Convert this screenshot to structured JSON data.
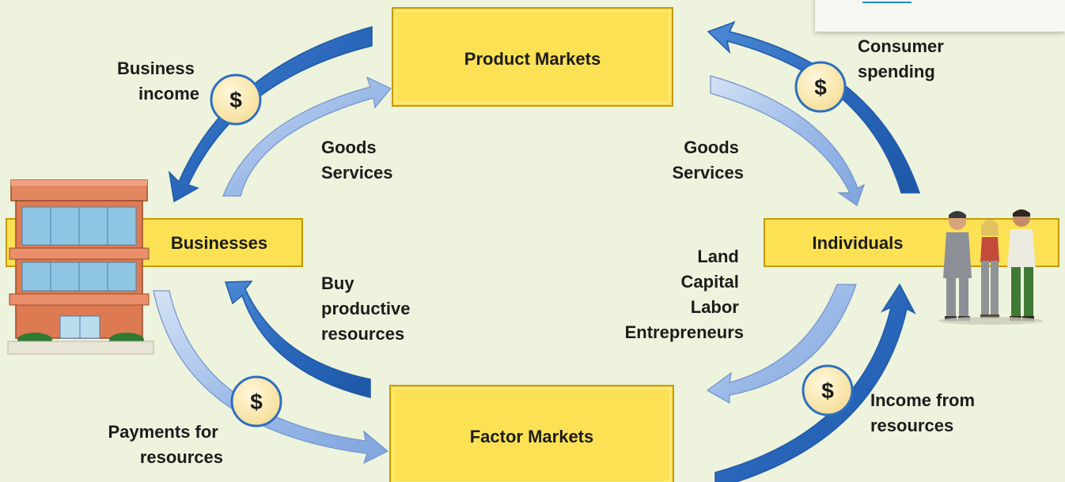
{
  "colors": {
    "background": "#eef3dd",
    "box_fill": "#fce155",
    "box_stroke": "#d1a800",
    "arrow_dark": "#2d6fc1",
    "arrow_light": "#a9c3ea",
    "coin_fill": "#fbecb9",
    "coin_stroke": "#2d6fc1"
  },
  "boxes": {
    "product_markets": "Product Markets",
    "factor_markets": "Factor Markets",
    "businesses": "Businesses",
    "individuals": "Individuals"
  },
  "labels": {
    "business_income": [
      "Business",
      "income"
    ],
    "goods_services_left": [
      "Goods",
      "Services"
    ],
    "consumer_spending": [
      "Consumer",
      "spending"
    ],
    "goods_services_right": [
      "Goods",
      "Services"
    ],
    "buy_productive_resources": [
      "Buy",
      "productive",
      "resources"
    ],
    "land_capital_labor": [
      "Land",
      "Capital",
      "Labor",
      "Entrepreneurs"
    ],
    "payments_for_resources": [
      "Payments for",
      "resources"
    ],
    "income_from_resources": [
      "Income from",
      "resources"
    ]
  },
  "coin_symbol": "$",
  "icons": {
    "building": "office-building-icon",
    "people": "people-group-icon"
  }
}
